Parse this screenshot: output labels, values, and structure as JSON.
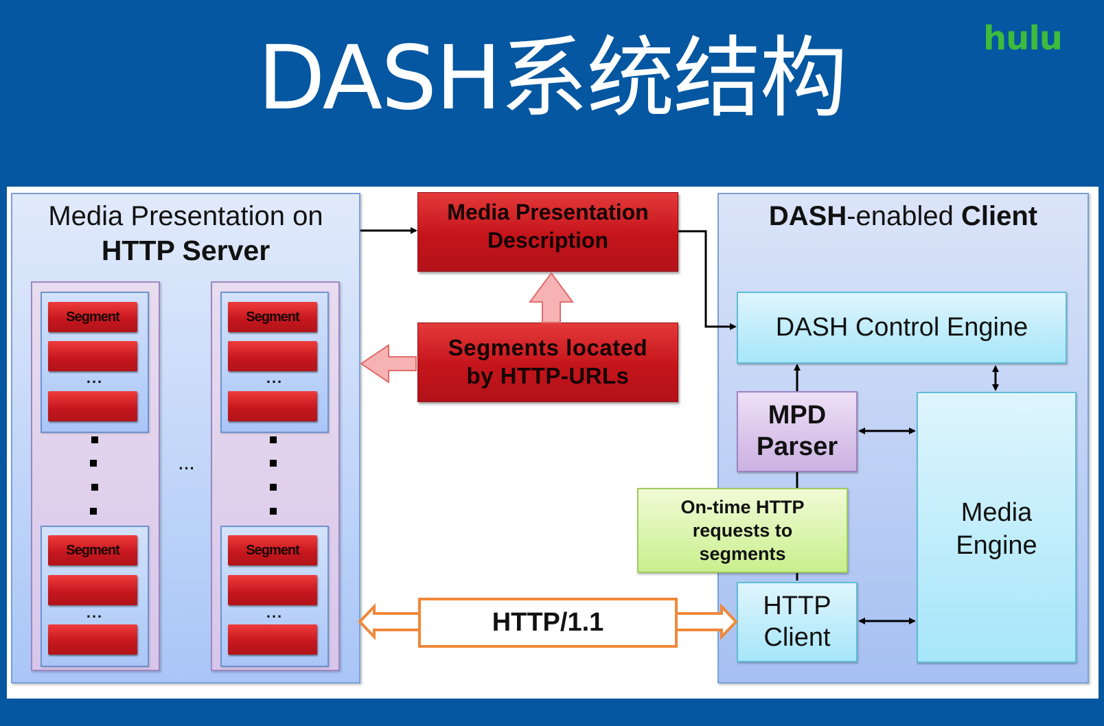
{
  "slide": {
    "title": "DASH系统结构",
    "logo": "hulu",
    "colors": {
      "background": "#0457a0",
      "logo": "#3dbb3d",
      "red_box": "#c4141b",
      "http_arrow": "#f0883a",
      "green_box": "#c9ef8e",
      "cyan_box": "#a6e6f9",
      "purple_box": "#cbb1e2"
    }
  },
  "server": {
    "title_line1": "Media Presentation on",
    "title_line2": "HTTP Server",
    "segment_label": "Segment",
    "ellipsis": "...",
    "between_periods": "..."
  },
  "center": {
    "mpd_line1": "Media Presentation",
    "mpd_line2": "Description",
    "segments_line1": "Segments located",
    "segments_line2": "by HTTP-URLs",
    "protocol": "HTTP/1.1"
  },
  "client": {
    "title_bold1": "DASH",
    "title_regular": "-enabled ",
    "title_bold2": "Client",
    "control_engine": "DASH Control Engine",
    "mpd_parser_line1": "MPD",
    "mpd_parser_line2": "Parser",
    "requests_line1": "On-time HTTP",
    "requests_line2": "requests to",
    "requests_line3": "segments",
    "http_client_line1": "HTTP",
    "http_client_line2": "Client",
    "media_engine_line1": "Media",
    "media_engine_line2": "Engine"
  }
}
